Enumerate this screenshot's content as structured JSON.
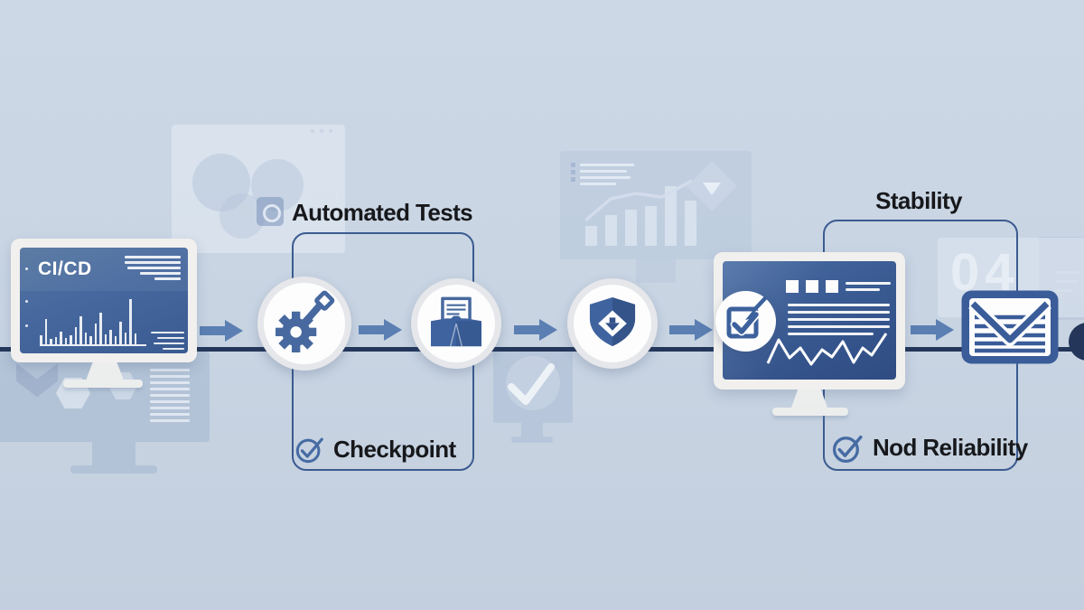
{
  "diagram": {
    "type": "cicd-pipeline-flow",
    "stage_label": "CI/CD",
    "annotations": {
      "automated_tests": "Automated Tests",
      "checkpoint": "Checkpoint",
      "stability": "Stability",
      "nod_reliability": "Nod Reliability"
    },
    "watermark_digits": "04",
    "nodes": [
      {
        "name": "cicd-monitor",
        "icon": "bar-chart-monitor-icon",
        "label": "CI/CD"
      },
      {
        "name": "build-step",
        "icon": "gear-wrench-icon"
      },
      {
        "name": "artifact-step",
        "icon": "open-folder-document-icon"
      },
      {
        "name": "security-step",
        "icon": "shield-arrow-icon"
      },
      {
        "name": "report-monitor",
        "icon": "checkbox-report-monitor-icon"
      },
      {
        "name": "mail-step",
        "icon": "envelope-icon"
      },
      {
        "name": "end-node",
        "icon": "terminal-dot"
      }
    ],
    "left_monitor_chart_bars": [
      10,
      28,
      6,
      8,
      14,
      7,
      10,
      19,
      31,
      13,
      9,
      23,
      35,
      11,
      16,
      9,
      25,
      13,
      50,
      12
    ]
  },
  "colors": {
    "background": "#c9d5e2",
    "pipeline_line": "#24375a",
    "arrow": "#5b7fb2",
    "icon_blue": "#47699f",
    "icon_blue_dark": "#33518a",
    "monitor_frame": "#f1f0ee",
    "screen_blue": "#3c5d94",
    "screen_blue_dark": "#2f4b82",
    "bracket": "#3b5b90",
    "label_text": "#17181b",
    "check_icon": "#466ba3",
    "envelope_blue": "#3a5c99"
  }
}
